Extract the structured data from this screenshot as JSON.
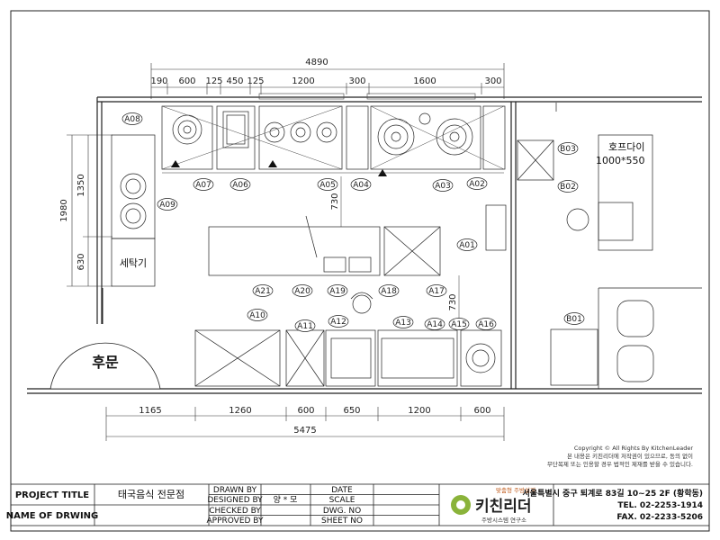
{
  "dimensions": {
    "total_top": "4890",
    "top": [
      "190",
      "600",
      "125",
      "450",
      "125",
      "1200",
      "300",
      "1600",
      "300"
    ],
    "left_1980": "1980",
    "left_1350": "1350",
    "left_630": "630",
    "inner_730_a": "730",
    "inner_730_b": "730",
    "bottom": [
      "1165",
      "1260",
      "600",
      "650",
      "1200",
      "600"
    ],
    "total_bottom": "5475"
  },
  "tags": [
    "A01",
    "A02",
    "A03",
    "A04",
    "A05",
    "A06",
    "A07",
    "A08",
    "A09",
    "A10",
    "A11",
    "A12",
    "A13",
    "A14",
    "A15",
    "A16",
    "A17",
    "A18",
    "A19",
    "A20",
    "A21",
    "B01",
    "B02",
    "B03"
  ],
  "labels": {
    "hood_die": "호프다이",
    "hood_die_size": "1000*550",
    "washer": "세탁기",
    "back_door": "후문"
  },
  "copyright": [
    "Copyright © All Rights By KitchenLeader",
    "본 내용은 키친리더에 저작권이 있으므로, 동의 없이",
    "무단복제 또는 인용할 경우 법적인 제재를 받을 수 있습니다."
  ],
  "title_block": {
    "project_title_label": "PROJECT TITLE",
    "project_title_value": "태국음식 전문점",
    "name_label": "NAME OF DRWING",
    "drawn_by": "DRAWN BY",
    "designed_by": "DESIGNED BY",
    "designed_by_value": "양 * 모",
    "checked_by": "CHECKED BY",
    "approved_by": "APPROVED BY",
    "date": "DATE",
    "scale": "SCALE",
    "dwg_no": "DWG. NO",
    "sheet_no": "SHEET NO",
    "logo_name": "키친리더",
    "logo_tag_top": "맞춤형 주방설계",
    "logo_tag_bottom": "주방시스템 연구소",
    "address": "서울특별시 중구 퇴계로 83길 10~25 2F (황학동)",
    "tel": "TEL. 02-2253-1914",
    "fax": "FAX. 02-2233-5206"
  }
}
